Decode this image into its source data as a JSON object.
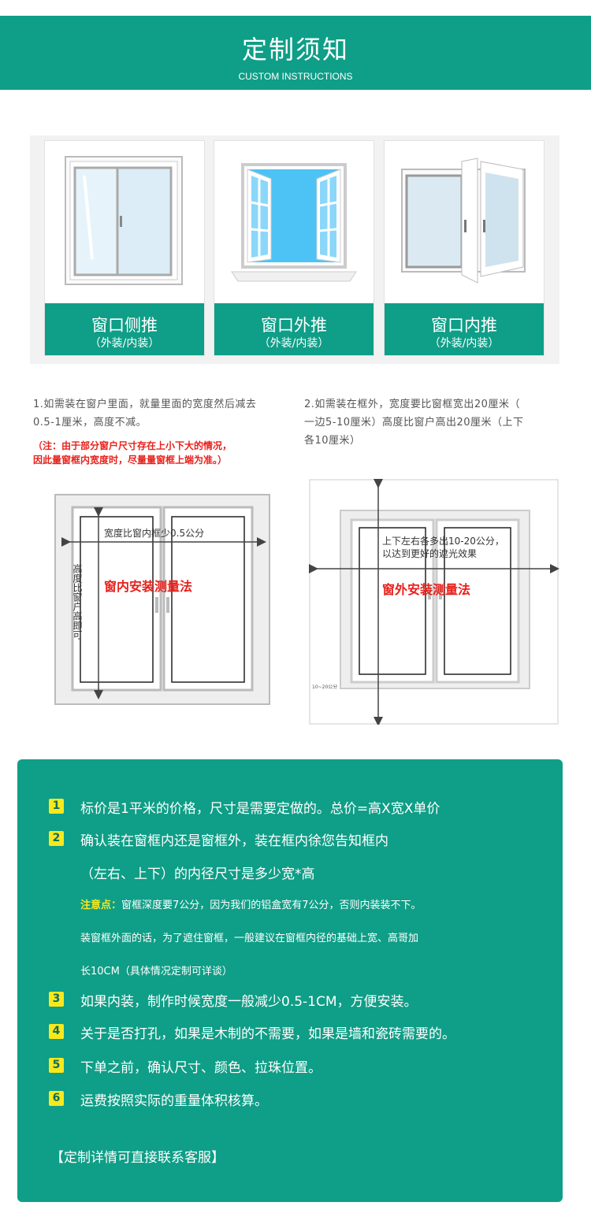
{
  "header": {
    "title": "定制须知",
    "subtitle": "CUSTOM INSTRUCTIONS"
  },
  "window_types": [
    {
      "name": "窗口侧推",
      "mount": "（外装/内装）"
    },
    {
      "name": "窗口外推",
      "mount": "（外装/内装）"
    },
    {
      "name": "窗口内推",
      "mount": "（外装/内装）"
    }
  ],
  "measure_left": {
    "line1": "1.如需装在窗户里面，就量里面的宽度然后减去",
    "line2": "0.5-1厘米，高度不减。",
    "note1": "（注：由于部分窗户尺寸存在上小下大的情况，",
    "note2": "因此量窗框内宽度时，尽量量窗框上端为准。）"
  },
  "measure_right": {
    "line1": "2.如需装在框外，宽度要比窗框宽出20厘米（",
    "line2": "一边5-10厘米）高度比窗户高出20厘米（上下",
    "line3": "各10厘米）"
  },
  "diagram_inside": {
    "width_label": "宽度比窗内框少0.5公分",
    "height_label": "高度比窗户高即可",
    "title": "窗内安装测量法"
  },
  "diagram_outside": {
    "label1": "上下左右各多出10-20公分，",
    "label2": "以达到更好的遮光效果",
    "title": "窗外安装测量法",
    "small": "10~20公分"
  },
  "panel": {
    "items": [
      {
        "n": "1",
        "text": "标价是1平米的价格，尺寸是需要定做的。总价=高X宽X单价"
      },
      {
        "n": "2",
        "text": "确认装在窗框内还是窗框外，装在框内徐您告知框内"
      },
      {
        "n": "",
        "text": "（左右、上下）的内径尺寸是多少宽*高"
      },
      {
        "n": "3",
        "text": "如果内装，制作时候宽度一般减少0.5-1CM，方便安装。"
      },
      {
        "n": "4",
        "text": "关于是否打孔，如果是木制的不需要，如果是墙和瓷砖需要的。"
      },
      {
        "n": "5",
        "text": "下单之前，确认尺寸、颜色、拉珠位置。"
      },
      {
        "n": "6",
        "text": "运费按照实际的重量体积核算。"
      }
    ],
    "note_label": "注意点：",
    "note1": "窗框深度要7公分，因为我们的铝盒宽有7公分，否则内装装不下。",
    "note2": "装窗框外面的话，为了遮住窗框，一般建议在窗框内径的基础上宽、高哥加",
    "note3": "长10CM（具体情况定制可详谈）",
    "footer": "【定制详情可直接联系客服】"
  },
  "colors": {
    "brand": "#0f9e87",
    "badge": "#f8e81c",
    "alert": "#e8211c"
  }
}
